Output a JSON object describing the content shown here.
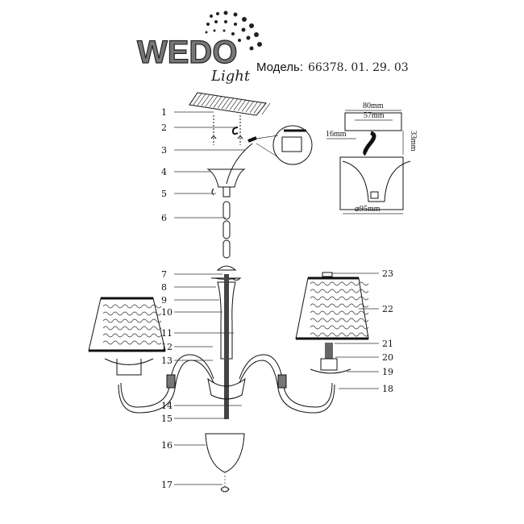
{
  "header": {
    "logo_text": "WEDO",
    "logo_sub": "Light",
    "model_label": "Модель:",
    "model_number": "66378. 01. 29. 03"
  },
  "dimensions": {
    "width_outer": "80mm",
    "width_inner": "57mm",
    "offset": "16mm",
    "height": "33mm",
    "diameter": "⌀95mm"
  },
  "parts_left": [
    "1",
    "2",
    "3",
    "4",
    "5",
    "6",
    "7",
    "8",
    "9",
    "10",
    "11",
    "12",
    "13",
    "14",
    "15",
    "16",
    "17"
  ],
  "parts_right": [
    "23",
    "22",
    "21",
    "20",
    "19",
    "18"
  ]
}
